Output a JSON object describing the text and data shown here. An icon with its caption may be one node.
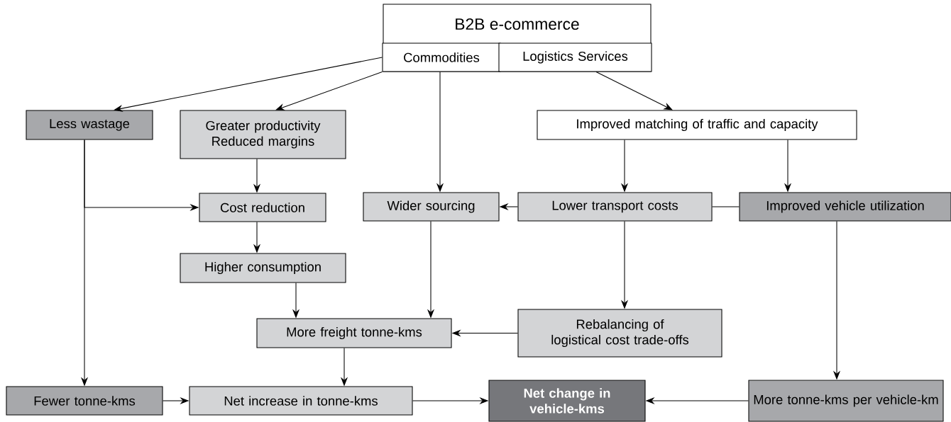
{
  "diagram": {
    "nodes": [
      {
        "text": [
          "B2B e-commerce"
        ]
      },
      {
        "text": [
          "Commodities"
        ],
        "in": 0
      },
      {
        "text": [
          "Logistics Services"
        ],
        "in": 0
      },
      {
        "text": [
          "Less wastage"
        ]
      },
      {
        "text": [
          "Greater productivity",
          "Reduced margins"
        ]
      },
      {
        "text": [
          "Wider sourcing"
        ]
      },
      {
        "text": [
          "Improved matching of traffic and capacity"
        ]
      },
      {
        "text": [
          "Cost reduction"
        ]
      },
      {
        "text": [
          "Lower transport costs"
        ]
      },
      {
        "text": [
          "Improved vehicle utilization"
        ]
      },
      {
        "text": [
          "Higher consumption"
        ]
      },
      {
        "text": [
          "More freight tonne-kms"
        ]
      },
      {
        "text": [
          "Rebalancing of logistical cost trade-offs"
        ]
      },
      {
        "text": [
          "Fewer tonne-kms"
        ]
      },
      {
        "text": [
          "Net increase in tonne-kms"
        ]
      },
      {
        "text": [
          "Net change in vehicle-kms"
        ]
      },
      {
        "text": [
          "More tonne-kms per vehicle-km"
        ]
      }
    ],
    "edges": [
      {
        "from": 1,
        "to": 3,
        "arrow": "to"
      },
      {
        "from": 1,
        "to": 4,
        "arrow": "to"
      },
      {
        "from": 1,
        "to": 5,
        "arrow": "to"
      },
      {
        "from": 2,
        "to": 6,
        "arrow": "to"
      },
      {
        "from": 4,
        "to": 7,
        "arrow": "to"
      },
      {
        "from": 3,
        "to": 7,
        "arrow": "to"
      },
      {
        "from": 3,
        "to": 13,
        "arrow": "to"
      },
      {
        "from": 6,
        "to": 8,
        "arrow": "to"
      },
      {
        "from": 6,
        "to": 9,
        "arrow": "to"
      },
      {
        "from": 9,
        "to": 8,
        "arrow": "none"
      },
      {
        "from": 8,
        "to": 5,
        "arrow": "to"
      },
      {
        "from": 7,
        "to": 10,
        "arrow": "to"
      },
      {
        "from": 5,
        "to": 11,
        "arrow": "to"
      },
      {
        "from": 10,
        "to": 11,
        "arrow": "to"
      },
      {
        "from": 12,
        "to": 11,
        "arrow": "to"
      },
      {
        "from": 8,
        "to": 12,
        "arrow": "to"
      },
      {
        "from": 9,
        "to": 16,
        "arrow": "to"
      },
      {
        "from": 11,
        "to": 14,
        "arrow": "to"
      },
      {
        "from": 13,
        "to": 14,
        "arrow": "to"
      },
      {
        "from": 14,
        "to": 15,
        "arrow": "to"
      },
      {
        "from": 16,
        "to": 15,
        "arrow": "to"
      }
    ]
  }
}
